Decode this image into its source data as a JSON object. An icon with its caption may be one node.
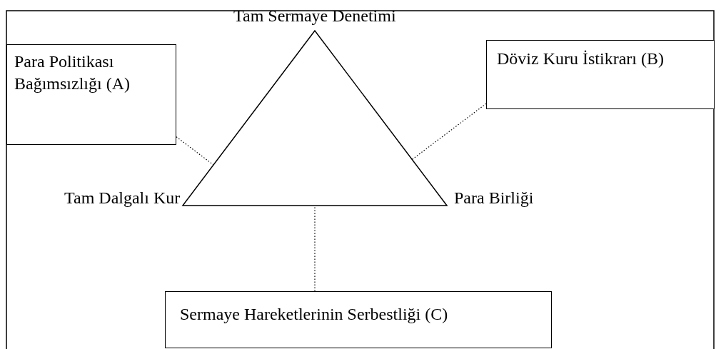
{
  "diagram": {
    "nodes": [
      {
        "text": [
          "Para Politikası Bağımsızlığı (A)"
        ]
      },
      {
        "text": [],
        "shape": "triangle",
        "beside": [
          "Tam Sermaye Denetimi",
          "Tam Dalgalı Kur",
          "Para Birliği"
        ]
      },
      {
        "text": [
          "Döviz Kuru İstikrarı (B)"
        ]
      },
      {
        "text": [
          "Sermaye Hareketlerinin Serbestliği (C)"
        ]
      }
    ],
    "edges": [
      {
        "from": 0,
        "to": 1,
        "arrow": "none",
        "style": "dashed"
      },
      {
        "from": 2,
        "to": 1,
        "arrow": "none",
        "style": "dashed"
      },
      {
        "from": 3,
        "to": 1,
        "arrow": "none",
        "style": "dashed"
      }
    ]
  }
}
